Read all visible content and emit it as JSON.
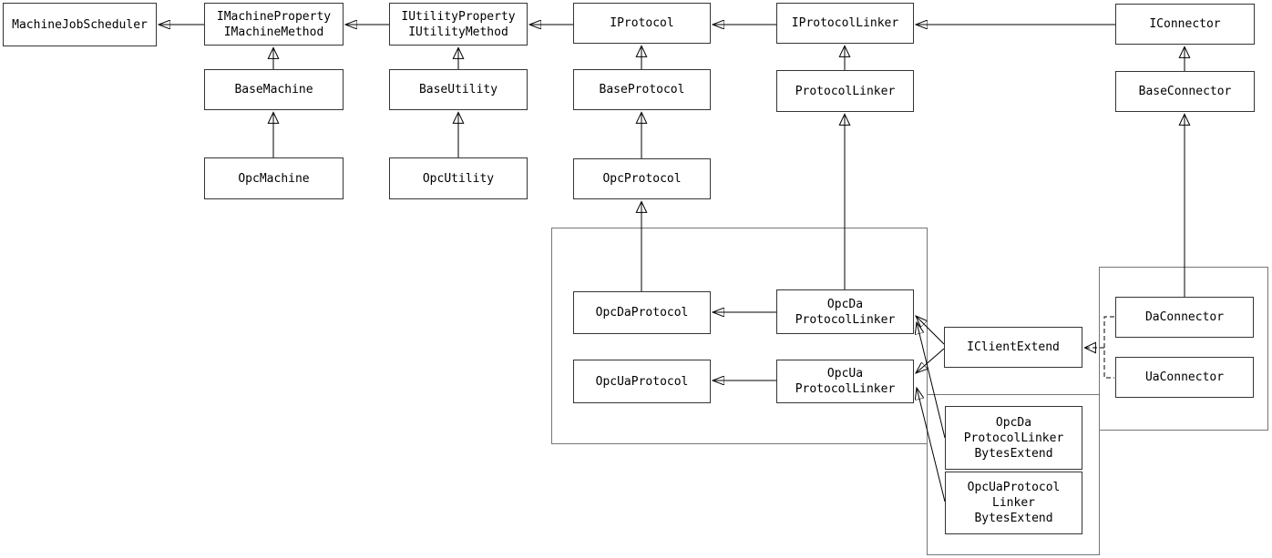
{
  "diagram": {
    "type": "uml-class-diagram",
    "colors": {
      "background": "#ffffff",
      "box_border": "#343434",
      "container_border": "#767676",
      "line": "#000000"
    },
    "nodes": {
      "machine_job_scheduler": {
        "label": "MachineJobScheduler"
      },
      "i_machine": {
        "label": "IMachineProperty\nIMachineMethod"
      },
      "i_utility": {
        "label": "IUtilityProperty\nIUtilityMethod"
      },
      "i_protocol": {
        "label": "IProtocol"
      },
      "i_protocol_linker": {
        "label": "IProtocolLinker"
      },
      "i_connector": {
        "label": "IConnector"
      },
      "base_machine": {
        "label": "BaseMachine"
      },
      "base_utility": {
        "label": "BaseUtility"
      },
      "base_protocol": {
        "label": "BaseProtocol"
      },
      "protocol_linker": {
        "label": "ProtocolLinker"
      },
      "base_connector": {
        "label": "BaseConnector"
      },
      "opc_machine": {
        "label": "OpcMachine"
      },
      "opc_utility": {
        "label": "OpcUtility"
      },
      "opc_protocol": {
        "label": "OpcProtocol"
      },
      "opc_da_protocol": {
        "label": "OpcDaProtocol"
      },
      "opc_da_protocol_linker": {
        "label": "OpcDa\nProtocolLinker"
      },
      "opc_ua_protocol": {
        "label": "OpcUaProtocol"
      },
      "opc_ua_protocol_linker": {
        "label": "OpcUa\nProtocolLinker"
      },
      "i_client_extend": {
        "label": "IClientExtend"
      },
      "da_connector": {
        "label": "DaConnector"
      },
      "ua_connector": {
        "label": "UaConnector"
      },
      "opc_da_protocol_linker_bytes_extend": {
        "label": "OpcDa\nProtocolLinker\nBytesExtend"
      },
      "opc_ua_protocol_linker_bytes_extend": {
        "label": "OpcUaProtocol\nLinker\nBytesExtend"
      }
    },
    "edges": [
      {
        "from": "i_machine",
        "to": "machine_job_scheduler",
        "type": "association"
      },
      {
        "from": "i_utility",
        "to": "i_machine",
        "type": "association"
      },
      {
        "from": "i_protocol",
        "to": "i_utility",
        "type": "association"
      },
      {
        "from": "i_protocol_linker",
        "to": "i_protocol",
        "type": "association"
      },
      {
        "from": "i_connector",
        "to": "i_protocol_linker",
        "type": "association"
      },
      {
        "from": "opc_da_protocol_linker",
        "to": "opc_da_protocol",
        "type": "association"
      },
      {
        "from": "opc_ua_protocol_linker",
        "to": "opc_ua_protocol",
        "type": "association"
      },
      {
        "from": "i_client_extend",
        "to": "opc_da_protocol_linker",
        "type": "association"
      },
      {
        "from": "i_client_extend",
        "to": "opc_ua_protocol_linker",
        "type": "association"
      },
      {
        "from": "opc_da_protocol_linker_bytes_extend",
        "to": "opc_da_protocol_linker",
        "type": "association"
      },
      {
        "from": "opc_ua_protocol_linker_bytes_extend",
        "to": "opc_ua_protocol_linker",
        "type": "association"
      },
      {
        "from": "base_machine",
        "to": "i_machine",
        "type": "generalization"
      },
      {
        "from": "opc_machine",
        "to": "base_machine",
        "type": "generalization"
      },
      {
        "from": "base_utility",
        "to": "i_utility",
        "type": "generalization"
      },
      {
        "from": "opc_utility",
        "to": "base_utility",
        "type": "generalization"
      },
      {
        "from": "base_protocol",
        "to": "i_protocol",
        "type": "generalization"
      },
      {
        "from": "opc_protocol",
        "to": "base_protocol",
        "type": "generalization"
      },
      {
        "from": "opc_da_protocol",
        "to": "opc_protocol",
        "type": "generalization"
      },
      {
        "from": "protocol_linker",
        "to": "i_protocol_linker",
        "type": "generalization"
      },
      {
        "from": "opc_da_protocol_linker",
        "to": "protocol_linker",
        "type": "generalization"
      },
      {
        "from": "base_connector",
        "to": "i_connector",
        "type": "generalization"
      },
      {
        "from": "da_connector",
        "to": "base_connector",
        "type": "generalization"
      },
      {
        "from": "da_connector",
        "to": "i_client_extend",
        "type": "realization"
      },
      {
        "from": "ua_connector",
        "to": "i_client_extend",
        "type": "realization"
      }
    ]
  }
}
